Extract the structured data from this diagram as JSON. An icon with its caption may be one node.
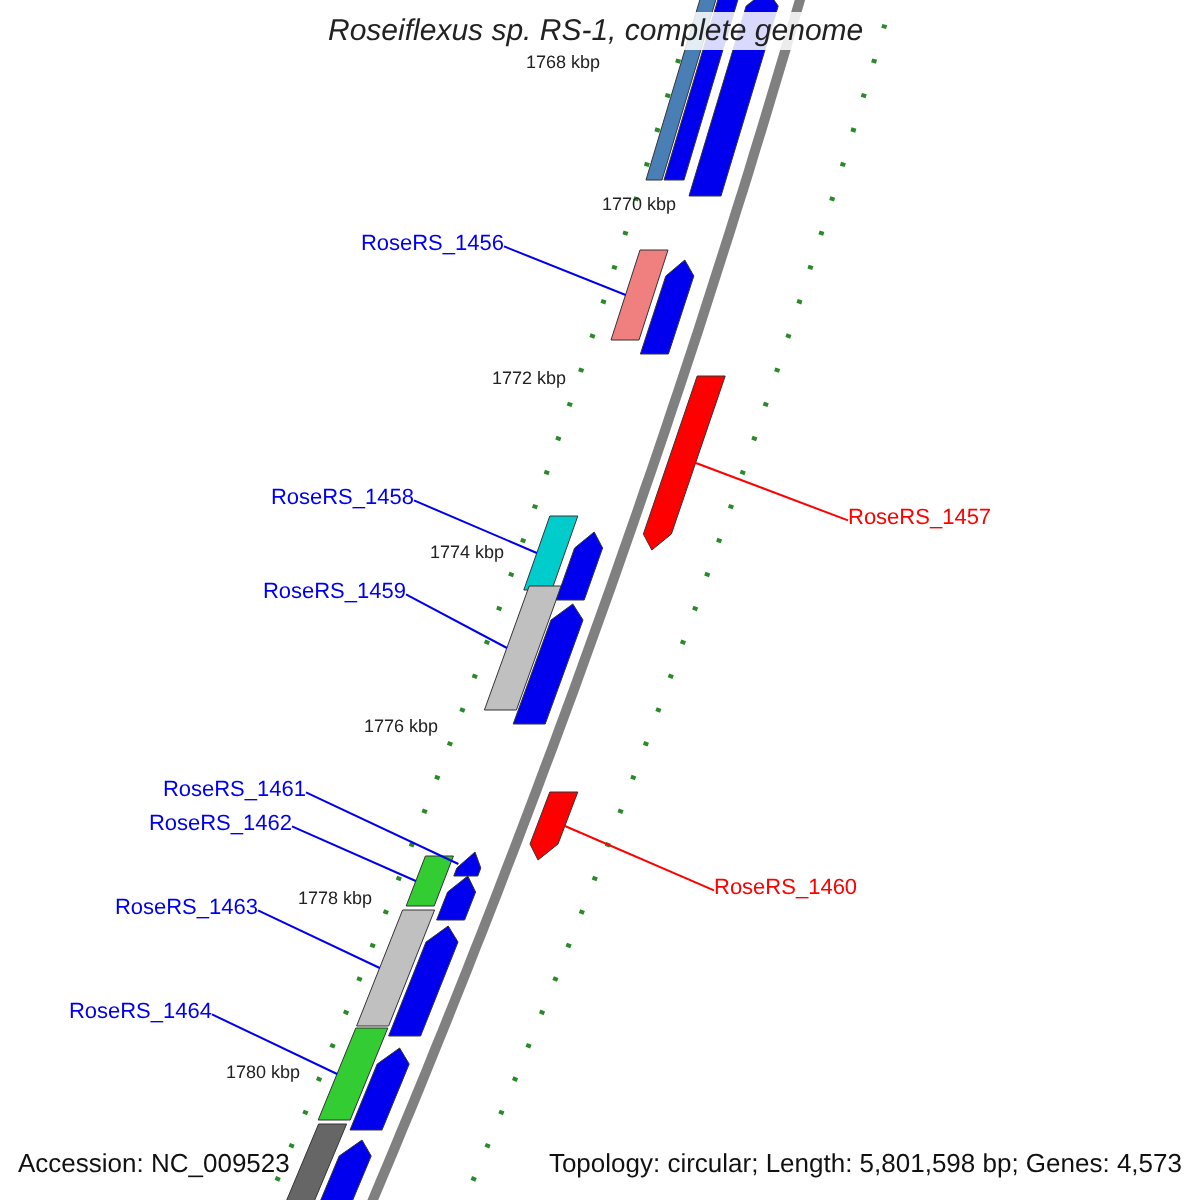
{
  "diagram": {
    "title": "Roseiflexus sp. RS-1, complete genome",
    "nodes": [
      {
        "text": [
          "RoseRS_1456"
        ]
      },
      {
        "text": [
          "RoseRS_1458"
        ]
      },
      {
        "text": [
          "RoseRS_1457"
        ]
      },
      {
        "text": [
          "RoseRS_1459"
        ]
      },
      {
        "text": [
          "RoseRS_1461"
        ]
      },
      {
        "text": [
          "RoseRS_1462"
        ]
      },
      {
        "text": [
          "RoseRS_1460"
        ]
      },
      {
        "text": [
          "RoseRS_1463"
        ]
      },
      {
        "text": [
          "RoseRS_1464"
        ]
      },
      {
        "text": [],
        "shape": "bar"
      },
      {
        "text": [],
        "shape": "arrow"
      },
      {
        "text": [],
        "shape": "bar"
      },
      {
        "text": [],
        "shape": "bar"
      },
      {
        "text": [],
        "shape": "arrow"
      },
      {
        "text": [],
        "shape": "arrow"
      },
      {
        "text": [],
        "shape": "bar"
      },
      {
        "text": [],
        "shape": "bar"
      },
      {
        "text": [],
        "shape": "bar"
      },
      {
        "text": [],
        "shape": "bar"
      },
      {
        "text": [],
        "shape": "bar"
      },
      {
        "text": [],
        "shape": "arrow"
      },
      {
        "text": [],
        "shape": "arrow"
      },
      {
        "text": [],
        "shape": "arrow"
      },
      {
        "text": [],
        "shape": "arrow"
      },
      {
        "text": [],
        "shape": "arrow"
      },
      {
        "text": [],
        "shape": "arrow"
      },
      {
        "text": [],
        "shape": "arrow"
      },
      {
        "text": [],
        "shape": "bar"
      },
      {
        "text": [],
        "shape": "arrow"
      }
    ],
    "edges": [
      {
        "from": 0,
        "to": 9,
        "arrow": "none"
      },
      {
        "from": 1,
        "to": 11,
        "arrow": "none"
      },
      {
        "from": 2,
        "to": 10,
        "arrow": "none",
        "color": "#ff0000"
      },
      {
        "from": 3,
        "to": 12,
        "arrow": "none"
      },
      {
        "from": 4,
        "to": 14,
        "arrow": "none"
      },
      {
        "from": 5,
        "to": 15,
        "arrow": "none"
      },
      {
        "from": 6,
        "to": 13,
        "arrow": "none",
        "color": "#ff0000"
      },
      {
        "from": 7,
        "to": 16,
        "arrow": "none"
      },
      {
        "from": 8,
        "to": 17,
        "arrow": "none"
      }
    ],
    "labels": [
      "1768 kbp",
      "1770 kbp",
      "1772 kbp",
      "1774 kbp",
      "1776 kbp",
      "1778 kbp",
      "1780 kbp",
      "Accession: NC_009523",
      "Topology: circular; Length: 5,801,598 bp; Genes: 4,573"
    ]
  }
}
